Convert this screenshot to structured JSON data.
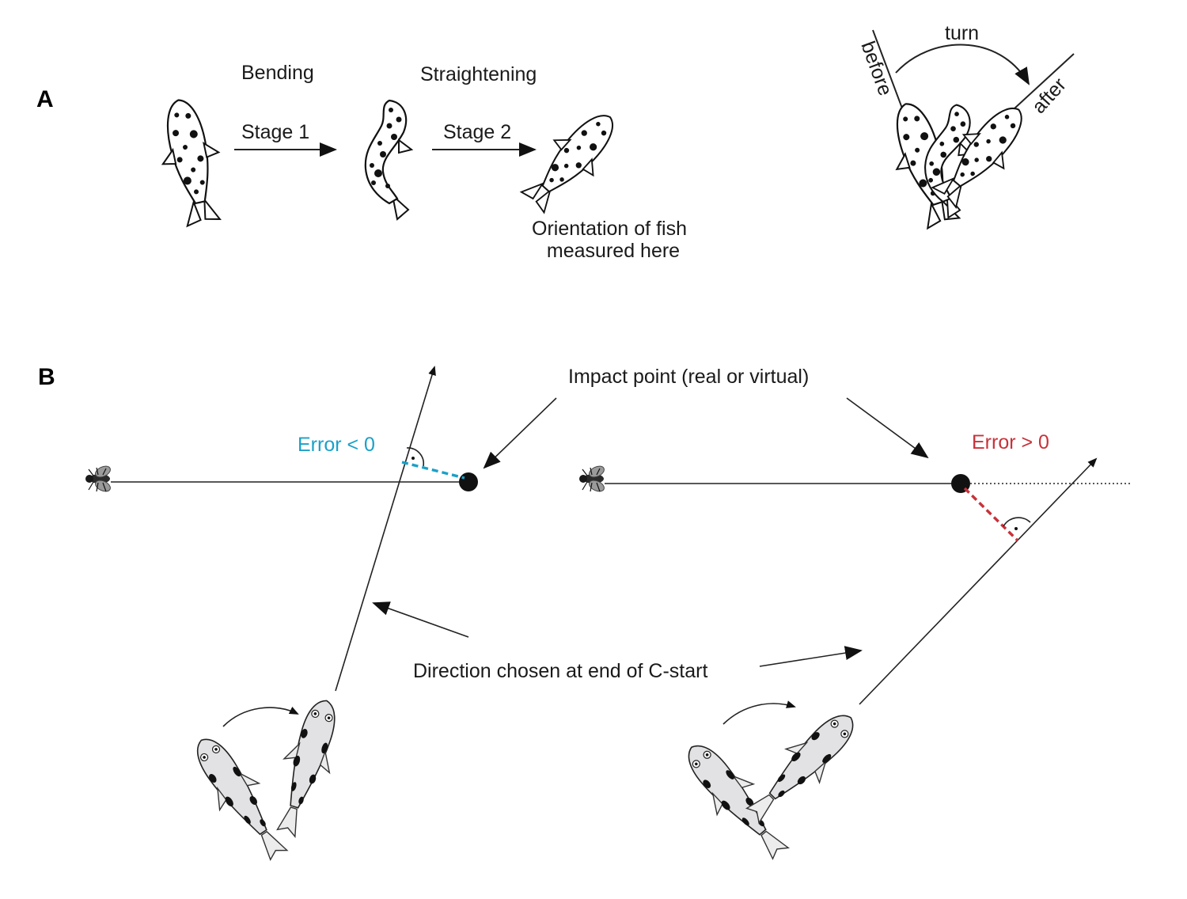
{
  "panels": {
    "a": "A",
    "b": "B"
  },
  "panel_a": {
    "bending": "Bending",
    "straightening": "Straightening",
    "stage1": "Stage 1",
    "stage2": "Stage 2",
    "orientation_line1": "Orientation of fish",
    "orientation_line2": "measured here",
    "turn": "turn",
    "before": "before",
    "after": "after"
  },
  "panel_b": {
    "impact_point": "Impact point (real or virtual)",
    "error_negative": "Error < 0",
    "error_positive": "Error > 0",
    "direction_chosen": "Direction chosen at end of C-start"
  },
  "colors": {
    "error_negative": "#1ba0c8",
    "error_positive": "#c8323a",
    "line": "#222222",
    "impact_dot": "#111111",
    "fish_fill_b": "#e2e2e4"
  }
}
